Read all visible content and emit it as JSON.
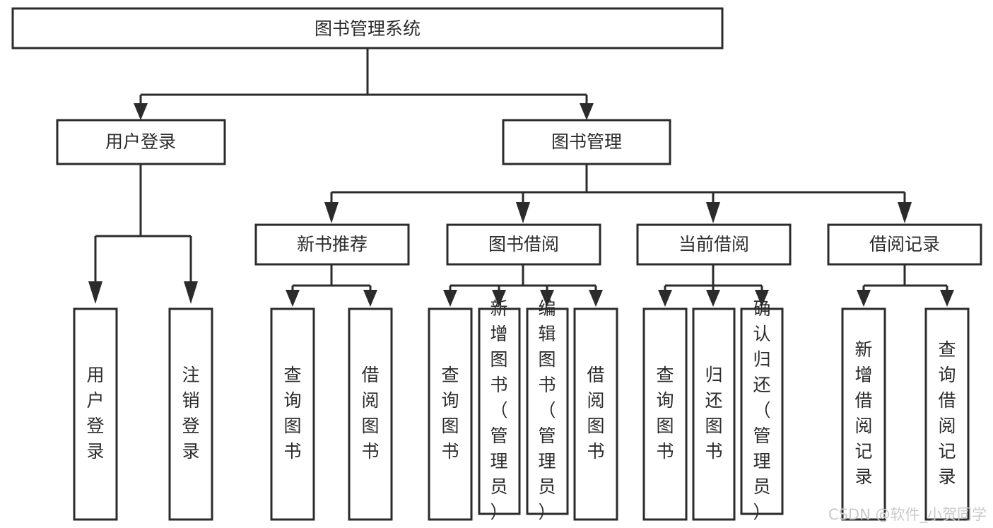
{
  "diagram": {
    "type": "tree-hierarchy-flowchart",
    "background_color": "#ffffff",
    "line_color": "#2b2b2b",
    "text_color": "#2b2b2b",
    "root": {
      "label": "图书管理系统"
    },
    "level2": [
      {
        "label": "用户登录"
      },
      {
        "label": "图书管理"
      }
    ],
    "level3": [
      {
        "label": "新书推荐"
      },
      {
        "label": "图书借阅"
      },
      {
        "label": "当前借阅"
      },
      {
        "label": "借阅记录"
      }
    ],
    "leaves": {
      "user_login": [
        {
          "label": "用户登录"
        },
        {
          "label": "注销登录"
        }
      ],
      "new_book_recommend": [
        {
          "label": "查询图书"
        },
        {
          "label": "借阅图书"
        }
      ],
      "book_borrow": [
        {
          "label": "查询图书"
        },
        {
          "label": "新增图书（管理员）"
        },
        {
          "label": "编辑图书（管理员）"
        },
        {
          "label": "借阅图书"
        }
      ],
      "current_borrow": [
        {
          "label": "查询图书"
        },
        {
          "label": "归还图书"
        },
        {
          "label": "确认归还（管理员）"
        }
      ],
      "borrow_record": [
        {
          "label": "新增借阅记录"
        },
        {
          "label": "查询借阅记录"
        }
      ]
    },
    "watermark": {
      "text": "CSDN @软件_小贺同学",
      "color": "#c9c9c9"
    }
  }
}
